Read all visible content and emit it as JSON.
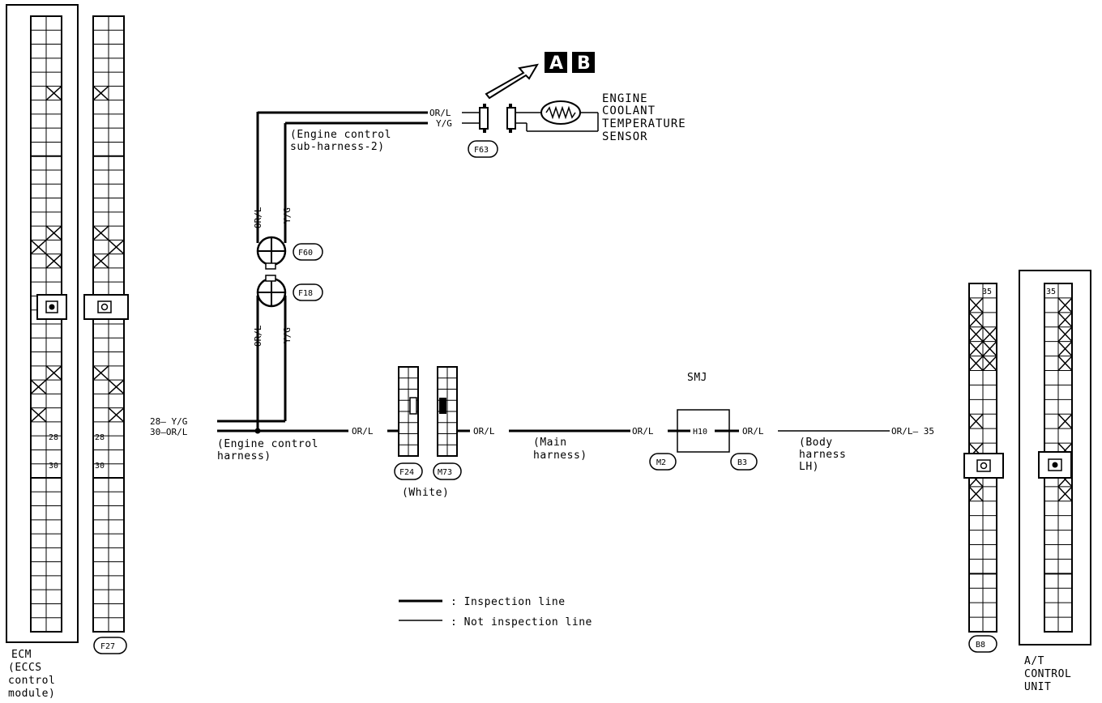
{
  "notes": {
    "ab_a": "A",
    "ab_b": "B"
  },
  "sensor": {
    "line1": "ENGINE",
    "line2": "COOLANT",
    "line3": "TEMPERATURE",
    "line4": "SENSOR"
  },
  "connectors": {
    "f63": "F63",
    "f60": "F60",
    "f18": "F18",
    "f24": "F24",
    "m73": "M73",
    "m2": "M2",
    "b3": "B3",
    "h10": "H10",
    "b8": "B8",
    "f27": "F27",
    "white": "(White)",
    "smj": "SMJ"
  },
  "wires": {
    "orl": "OR/L",
    "yg": "Y/G",
    "pin28": "28",
    "pin30": "30",
    "pin35": "35",
    "ecm_28": "28— Y/G",
    "ecm_30": "30—OR/L",
    "atcu_35": "OR/L— 35"
  },
  "harness": {
    "sub2_l1": "(Engine control",
    "sub2_l2": " sub-harness-2)",
    "eng_l1": "(Engine control",
    "eng_l2": " harness)",
    "main_l1": "(Main",
    "main_l2": " harness)",
    "body_l1": "(Body",
    "body_l2": " harness",
    "body_l3": " LH)"
  },
  "legend": {
    "inspection": ":  Inspection line",
    "not_inspection": ":  Not inspection line"
  },
  "units": {
    "ecm_l1": "ECM",
    "ecm_l2": "(ECCS",
    "ecm_l3": " control",
    "ecm_l4": " module)",
    "atcu_l1": "A/T",
    "atcu_l2": "CONTROL",
    "atcu_l3": "UNIT"
  }
}
